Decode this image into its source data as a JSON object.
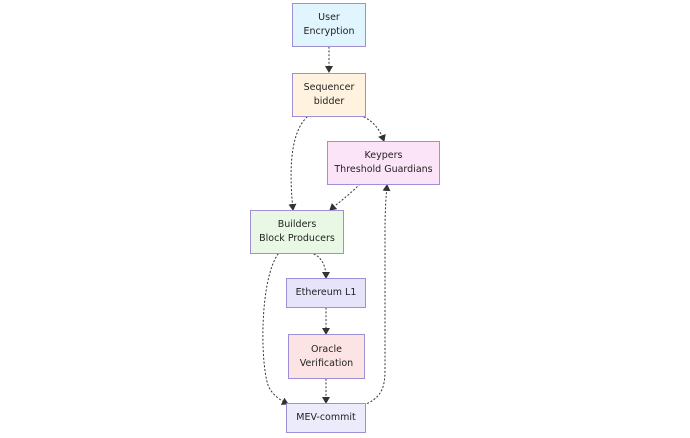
{
  "nodes": {
    "user": {
      "line1": "User",
      "line2": "Encryption",
      "fill": "#e1f5fe"
    },
    "sequencer": {
      "line1": "Sequencer",
      "line2": "bidder",
      "fill": "#fff3e0"
    },
    "keypers": {
      "line1": "Keypers",
      "line2": "Threshold Guardians",
      "fill": "#fce4f8"
    },
    "builders": {
      "line1": "Builders",
      "line2": "Block Producers",
      "fill": "#e8f8e4"
    },
    "ethereum": {
      "line1": "Ethereum L1",
      "fill": "#e6e4fb"
    },
    "oracle": {
      "line1": "Oracle",
      "line2": "Verification",
      "fill": "#fde4e4"
    },
    "mevcommit": {
      "line1": "MEV-commit",
      "fill": "#ebebfb"
    }
  },
  "edges": [
    {
      "from": "user",
      "to": "sequencer"
    },
    {
      "from": "sequencer",
      "to": "builders"
    },
    {
      "from": "sequencer",
      "to": "keypers"
    },
    {
      "from": "keypers",
      "to": "builders"
    },
    {
      "from": "builders",
      "to": "ethereum"
    },
    {
      "from": "builders",
      "to": "mevcommit"
    },
    {
      "from": "ethereum",
      "to": "oracle"
    },
    {
      "from": "oracle",
      "to": "mevcommit"
    },
    {
      "from": "mevcommit",
      "to": "keypers"
    }
  ]
}
